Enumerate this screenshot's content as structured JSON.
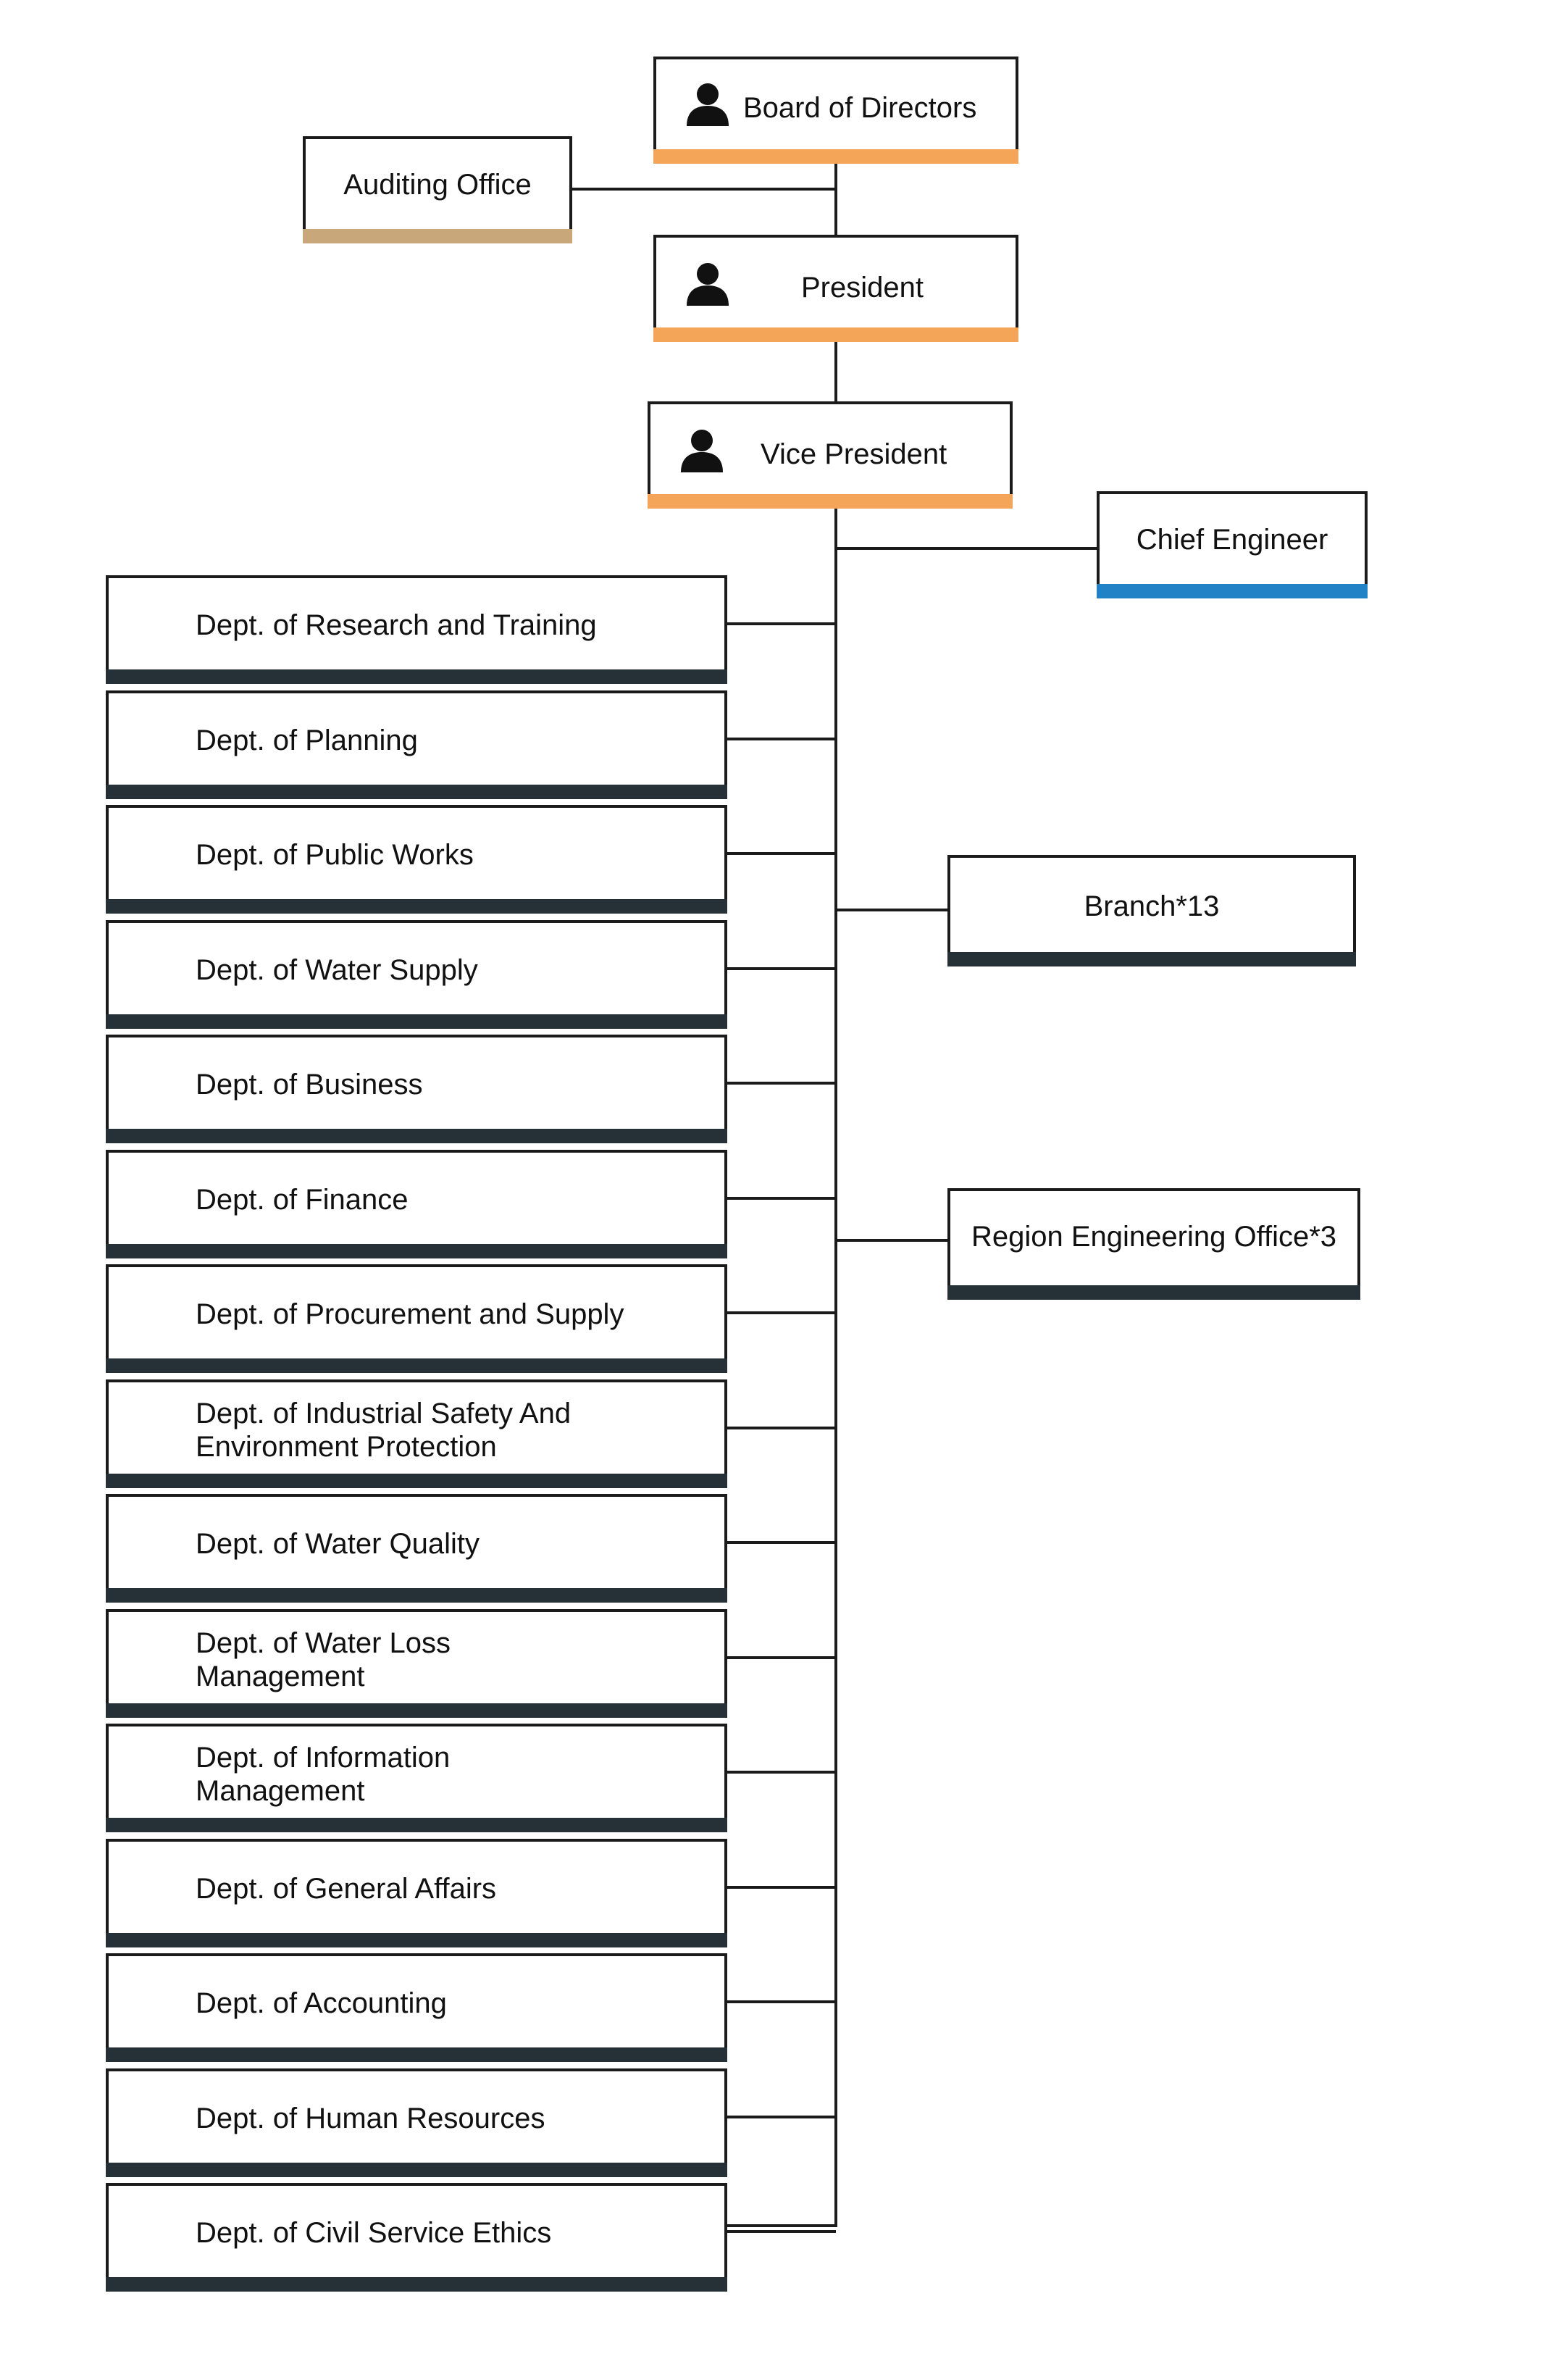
{
  "top": {
    "board": "Board of Directors",
    "auditing": "Auditing Office",
    "president": "President",
    "vice_president": "Vice President",
    "chief_engineer": "Chief Engineer",
    "branch": "Branch*13",
    "region": "Region Engineering Office*3"
  },
  "departments": [
    "Dept. of Research and Training",
    "Dept. of Planning",
    "Dept. of Public Works",
    "Dept. of  Water Supply",
    "Dept. of  Business",
    "Dept. of  Finance",
    "Dept. of Procurement and Supply",
    "Dept. of  Industrial Safety And\nEnvironment Protection",
    "Dept. of  Water Quality",
    "Dept. of  Water Loss\nManagement",
    "Dept. of  Information\nManagement",
    "Dept. of  General Affairs",
    "Dept. of  Accounting",
    "Dept. of  Human Resources",
    "Dept. of  Civil Service Ethics"
  ],
  "colors": {
    "orange": "#f5a557",
    "tan": "#c8a77b",
    "blue": "#2183c6",
    "dark": "#263037"
  },
  "icons": {
    "executive": "person-icon"
  }
}
